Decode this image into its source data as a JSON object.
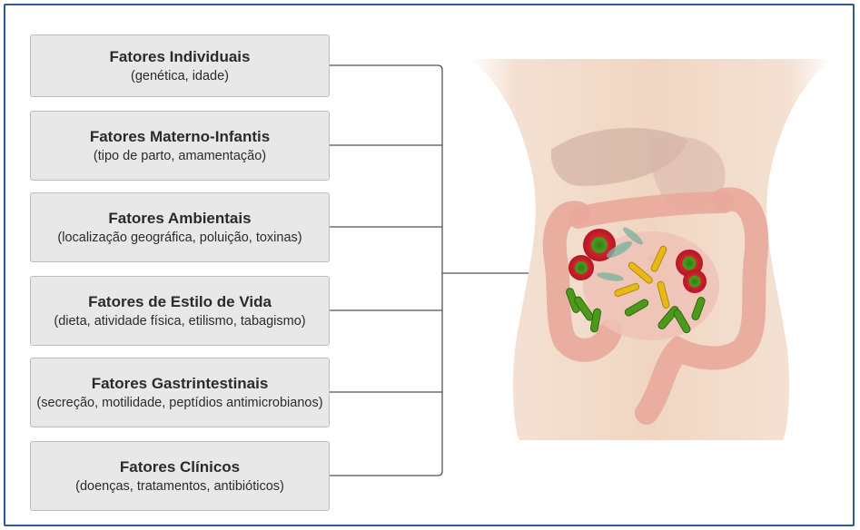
{
  "factors": [
    {
      "title": "Fatores Individuais",
      "detail": "(genética, idade)"
    },
    {
      "title": "Fatores Materno-Infantis",
      "detail": "(tipo de parto, amamentação)"
    },
    {
      "title": "Fatores Ambientais",
      "detail": "(localização geográfica, poluição, toxinas)"
    },
    {
      "title": "Fatores de Estilo de Vida",
      "detail": "(dieta, atividade física, etilismo, tabagismo)"
    },
    {
      "title": "Fatores Gastrintestinais",
      "detail": "(secreção, motilidade, peptídios antimicrobianos)"
    },
    {
      "title": "Fatores Clínicos",
      "detail": "(doenças, tratamentos, antibióticos)"
    }
  ],
  "colors": {
    "frame": "#2f5c96",
    "box_fill": "#e8e8e8",
    "box_border": "#bdbdbd",
    "connector": "#555555",
    "skin": "#f1d7c3",
    "intestine": "#e9a89b",
    "bacteria_green": "#4c9a1c",
    "bacteria_yellow": "#e8b817",
    "microbe_red": "#d0202c"
  }
}
